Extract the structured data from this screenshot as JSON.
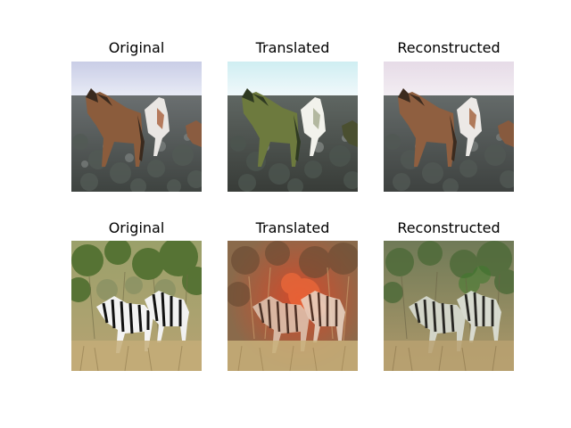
{
  "figure": {
    "row1": {
      "original_title": "Original",
      "translated_title": "Translated",
      "reconstructed_title": "Reconstructed"
    },
    "row2": {
      "original_title": "Original",
      "translated_title": "Translated",
      "reconstructed_title": "Reconstructed"
    }
  }
}
